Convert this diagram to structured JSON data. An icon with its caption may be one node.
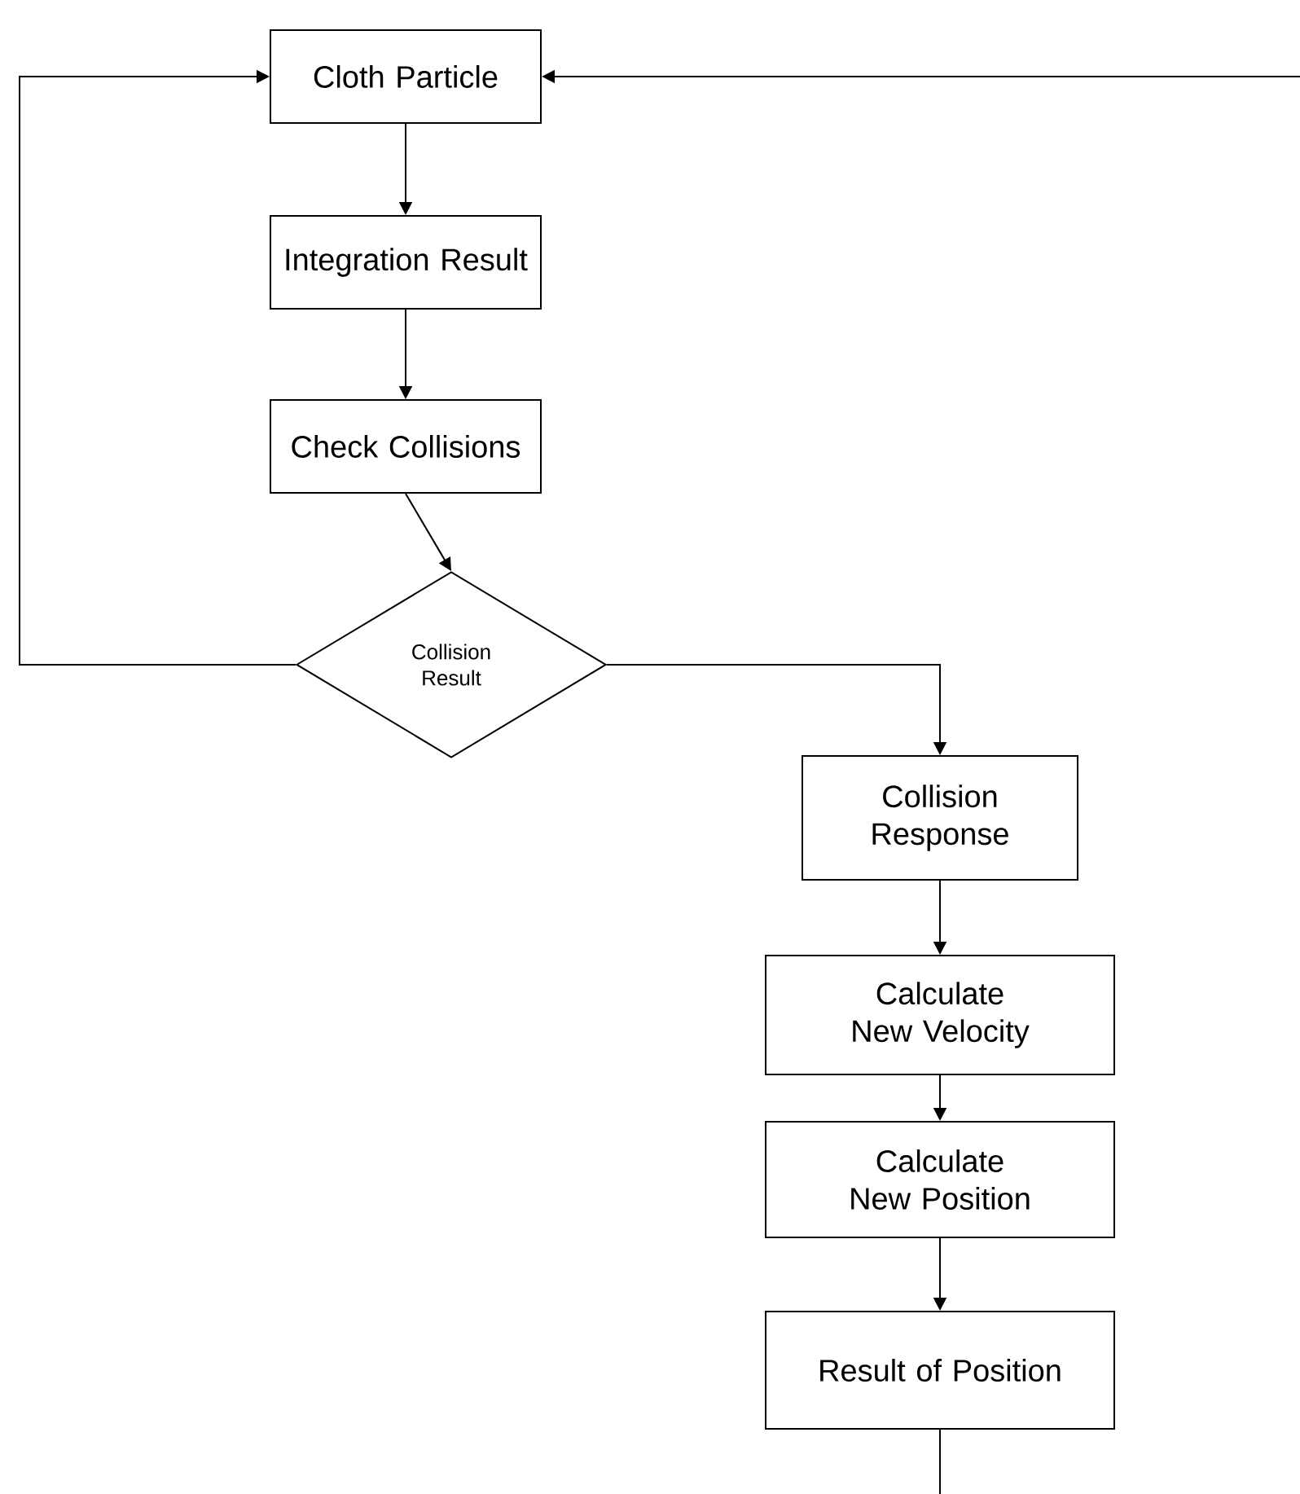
{
  "diagram": {
    "nodes": [
      {
        "text": [
          "Cloth Particle"
        ]
      },
      {
        "text": [
          "Integration Result"
        ]
      },
      {
        "text": [
          "Check Collisions"
        ]
      },
      {
        "text": [
          "Collision Result"
        ]
      },
      {
        "text": [
          "Collision Response"
        ]
      },
      {
        "text": [
          "Calculate New Velocity"
        ]
      },
      {
        "text": [
          "Calculate New Position"
        ]
      },
      {
        "text": [
          "Result of Position"
        ]
      }
    ],
    "edges": [
      {
        "from": 0,
        "to": 1,
        "arrow": "to"
      },
      {
        "from": 1,
        "to": 2,
        "arrow": "to"
      },
      {
        "from": 2,
        "to": 3,
        "arrow": "to"
      },
      {
        "from": 3,
        "to": 0,
        "arrow": "to"
      },
      {
        "from": 3,
        "to": 4,
        "arrow": "to"
      },
      {
        "from": 4,
        "to": 5,
        "arrow": "to"
      },
      {
        "from": 5,
        "to": 6,
        "arrow": "to"
      },
      {
        "from": 6,
        "to": 7,
        "arrow": "to"
      },
      {
        "from": 7,
        "to": null,
        "arrow": "none"
      },
      {
        "from": null,
        "to": 0,
        "arrow": "to"
      }
    ]
  }
}
